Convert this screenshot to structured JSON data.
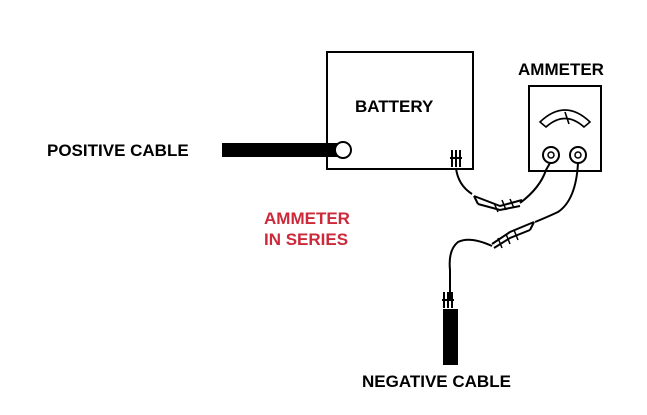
{
  "labels": {
    "battery": "BATTERY",
    "ammeter": "AMMETER",
    "positive_cable": "POSITIVE CABLE",
    "negative_cable": "NEGATIVE CABLE",
    "note_line1": "AMMETER",
    "note_line2": "IN SERIES"
  },
  "colors": {
    "ink": "#000000",
    "note": "#cc2a3a",
    "background": "#ffffff"
  }
}
